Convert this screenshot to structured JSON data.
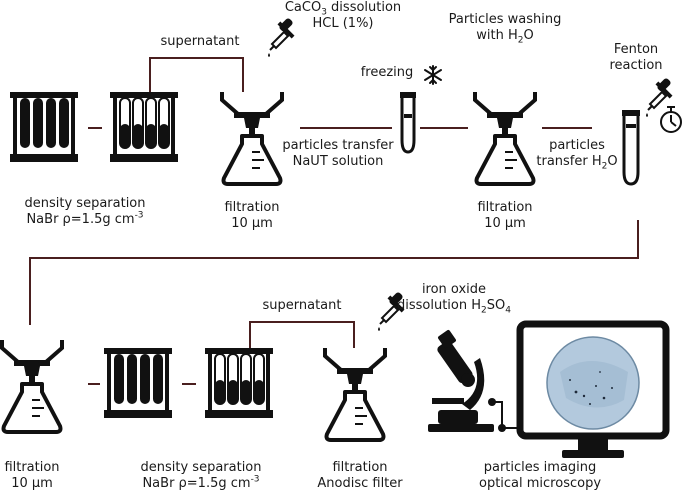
{
  "colors": {
    "ink": "#111111",
    "connector": "#4a1f1f",
    "petri": "#a9c4dc",
    "screen_bg": "#ffffff"
  },
  "row1": {
    "density_separation": {
      "line1": "density separation",
      "line2_prefix": "NaBr ρ=1.5g cm",
      "line2_exp": "-3"
    },
    "supernatant": "supernatant",
    "caco3": {
      "formula_start": "CaCO",
      "formula_sub": "3",
      "formula_end": " dissolution",
      "line2": "HCL (1%)"
    },
    "filtration_1": {
      "line1": "filtration",
      "line2": "10 µm"
    },
    "particles_transfer_naut": {
      "line1": "particles transfer",
      "line2": "NaUT solution"
    },
    "freezing": "freezing",
    "washing": {
      "line1": "Particles washing",
      "line2_prefix": "with H",
      "line2_sub": "2",
      "line2_suffix": "O"
    },
    "filtration_2": {
      "line1": "filtration",
      "line2": "10 µm"
    },
    "particles_transfer_h2o": {
      "line1": "particles",
      "line2_prefix": "transfer H",
      "line2_sub": "2",
      "line2_suffix": "O"
    },
    "fenton": {
      "line1": "Fenton",
      "line2": "reaction"
    }
  },
  "row2": {
    "filtration_3": {
      "line1": "filtration",
      "line2": "10 µm"
    },
    "density_separation": {
      "line1": "density separation",
      "line2_prefix": "NaBr ρ=1.5g cm",
      "line2_exp": "-3"
    },
    "supernatant": "supernatant",
    "iron_oxide": {
      "line1": "iron oxide",
      "line2_prefix": "dissolution H",
      "line2_sub1": "2",
      "line2_mid": "SO",
      "line2_sub2": "4"
    },
    "filtration_anodisc": {
      "line1": "filtration",
      "line2": "Anodisc filter"
    },
    "imaging": {
      "line1": "particles imaging",
      "line2": "optical microscopy"
    }
  },
  "icons": [
    "test-tube-rack-icon",
    "dropper-icon",
    "filtration-flask-icon",
    "snowflake-icon",
    "test-tube-icon",
    "timer-icon",
    "microscope-icon",
    "monitor-icon",
    "petri-dish-icon"
  ]
}
